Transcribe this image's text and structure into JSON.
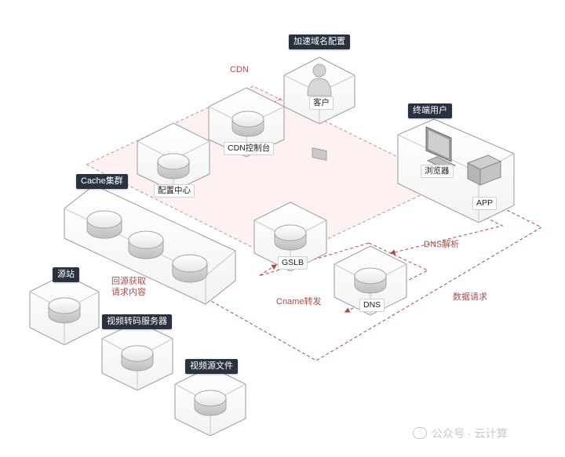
{
  "colors": {
    "tag_bg": "#2b323f",
    "red": "#b04a4a",
    "cdn_fill": "#fdf1f1"
  },
  "cdn_region": {
    "label": "CDN"
  },
  "tags": {
    "accel_config": "加速域名配置",
    "end_user": "终端用户",
    "cache_cluster": "Cache集群",
    "origin": "源站",
    "transcode": "视频转码服务器",
    "video_source": "视频源文件"
  },
  "labels": {
    "customer": "客户",
    "cdn_console": "CDN控制台",
    "config_center": "配置中心",
    "browser": "浏览器",
    "app": "APP",
    "gslb": "GSLB",
    "dns": "DNS"
  },
  "flows": {
    "dns_resolve": "DNS解析",
    "data_request": "数据请求",
    "cname_forward": "Cname转发",
    "back_to_origin_line1": "回源获取",
    "back_to_origin_line2": "请求内容"
  },
  "icons": {
    "server": "server-disk-icon",
    "person": "person-icon",
    "monitor": "monitor-icon",
    "device": "app-device-icon"
  },
  "watermark": "公众号 · 云计算"
}
